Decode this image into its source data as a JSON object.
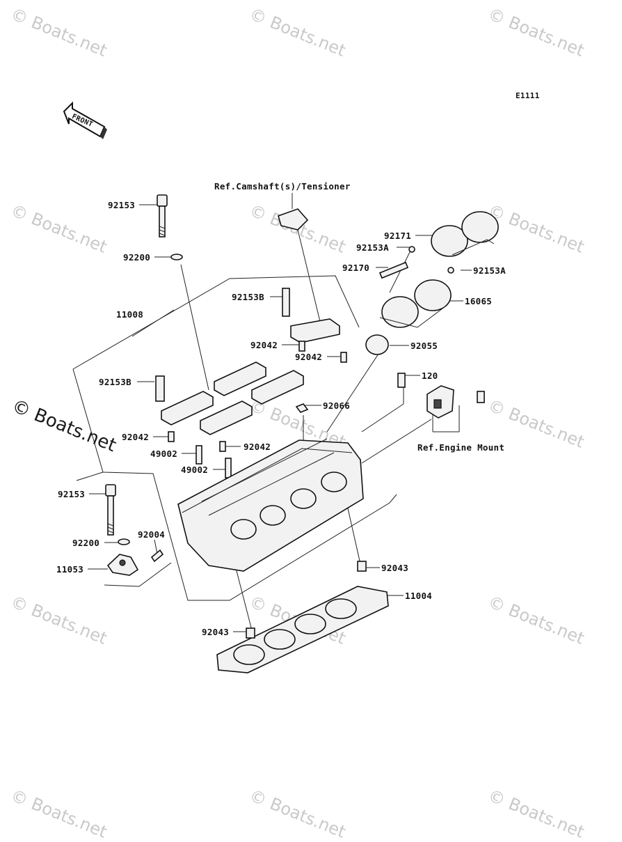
{
  "diagram_code": "E1111",
  "front_arrow": "FRONT",
  "watermark": "© Boats.net",
  "part_labels": [
    {
      "id": "92153",
      "text": "92153"
    },
    {
      "id": "92200",
      "text": "92200"
    },
    {
      "id": "11008",
      "text": "11008"
    },
    {
      "id": "92153B_a",
      "text": "92153B"
    },
    {
      "id": "92153B_b",
      "text": "92153B"
    },
    {
      "id": "92042_a",
      "text": "92042"
    },
    {
      "id": "92042_b",
      "text": "92042"
    },
    {
      "id": "92042_c",
      "text": "92042"
    },
    {
      "id": "92042_d",
      "text": "92042"
    },
    {
      "id": "49002_a",
      "text": "49002"
    },
    {
      "id": "49002_b",
      "text": "49002"
    },
    {
      "id": "92153_b",
      "text": "92153"
    },
    {
      "id": "92200_b",
      "text": "92200"
    },
    {
      "id": "11053",
      "text": "11053"
    },
    {
      "id": "92004",
      "text": "92004"
    },
    {
      "id": "92043_a",
      "text": "92043"
    },
    {
      "id": "92043_b",
      "text": "92043"
    },
    {
      "id": "11004",
      "text": "11004"
    },
    {
      "id": "92066",
      "text": "92066"
    },
    {
      "id": "120",
      "text": "120"
    },
    {
      "id": "92055",
      "text": "92055"
    },
    {
      "id": "16065",
      "text": "16065"
    },
    {
      "id": "92153A_a",
      "text": "92153A"
    },
    {
      "id": "92153A_b",
      "text": "92153A"
    },
    {
      "id": "92170",
      "text": "92170"
    },
    {
      "id": "92171",
      "text": "92171"
    }
  ],
  "references": {
    "camshaft": "Ref.Camshaft(s)/Tensioner",
    "engine_mount": "Ref.Engine Mount"
  }
}
